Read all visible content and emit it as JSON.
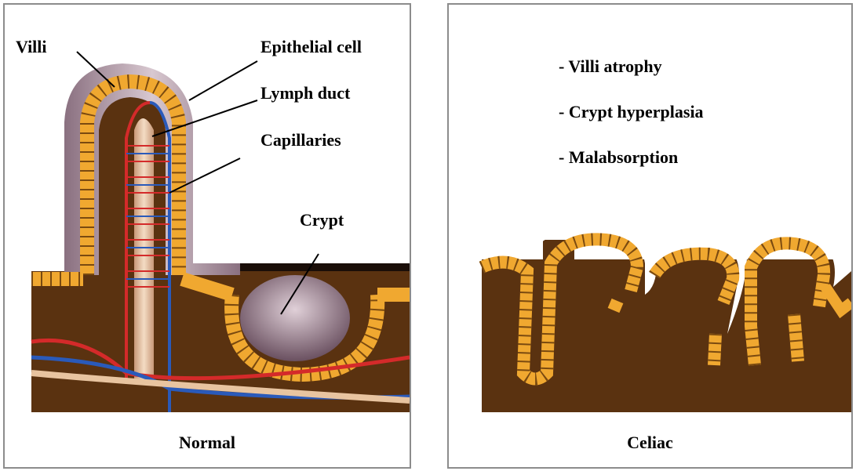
{
  "normal": {
    "labels": {
      "villi": "Villi",
      "epithelial_cell": "Epithelial cell",
      "lymph_duct": "Lymph duct",
      "capillaries": "Capillaries",
      "crypt": "Crypt"
    },
    "caption": "Normal"
  },
  "celiac": {
    "bullets": [
      "- Villi atrophy",
      "- Crypt hyperplasia",
      "- Malabsorption"
    ],
    "caption": "Celiac"
  },
  "colors": {
    "tissue": "#5a3210",
    "cell_fill": "#f0a830",
    "cell_border": "#7a4a10",
    "membrane": "#9a8290",
    "artery": "#d42a2a",
    "vein": "#2a5aba",
    "lymph": "#e8c4a0"
  }
}
